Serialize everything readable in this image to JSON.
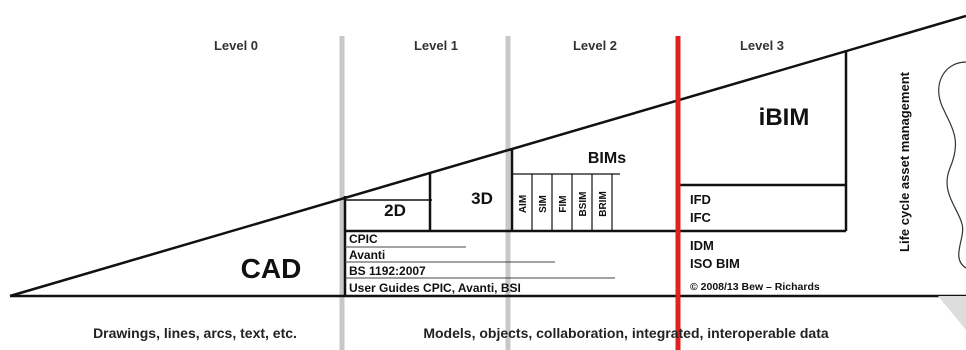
{
  "levels": [
    "Level 0",
    "Level 1",
    "Level 2",
    "Level 3"
  ],
  "cad": "CAD",
  "two_d": "2D",
  "three_d": "3D",
  "bims": "BIMs",
  "bim_types": [
    "AIM",
    "SIM",
    "FIM",
    "BSIM",
    "BRIM"
  ],
  "ibim": "iBIM",
  "ifd": "IFD",
  "ifc": "IFC",
  "standards": [
    "CPIC",
    "Avanti",
    "BS 1192:2007",
    "User Guides CPIC, Avanti, BSI"
  ],
  "idm": "IDM",
  "iso_bim": "ISO BIM",
  "copyright": "© 2008/13 Bew – Richards",
  "life_cycle": "Life cycle asset management",
  "caption_left": "Drawings, lines, arcs, text, etc.",
  "caption_right": "Models, objects, collaboration, integrated, interoperable data",
  "colors": {
    "divider_gray": "#c8c8c8",
    "divider_red": "#e02020",
    "line": "#111111"
  }
}
